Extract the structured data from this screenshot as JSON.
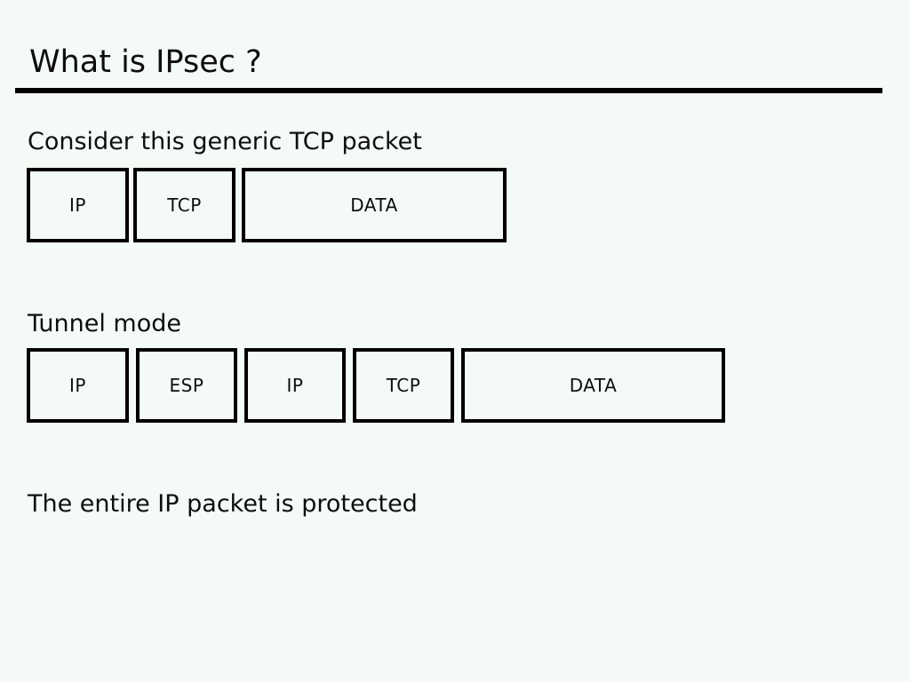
{
  "title": "What is IPsec ?",
  "captions": {
    "generic": "Consider this generic TCP packet",
    "tunnel": "Tunnel mode",
    "footer": "The entire IP packet is protected"
  },
  "rows": {
    "generic": {
      "boxes": [
        {
          "label": "IP"
        },
        {
          "label": "TCP"
        },
        {
          "label": "DATA"
        }
      ]
    },
    "tunnel": {
      "boxes": [
        {
          "label": "IP"
        },
        {
          "label": "ESP"
        },
        {
          "label": "IP"
        },
        {
          "label": "TCP"
        },
        {
          "label": "DATA"
        }
      ]
    }
  },
  "colors": {
    "background": "#f4faf5",
    "text": "#0e0e0e",
    "rule": "#000000",
    "box_border": "#000000"
  }
}
